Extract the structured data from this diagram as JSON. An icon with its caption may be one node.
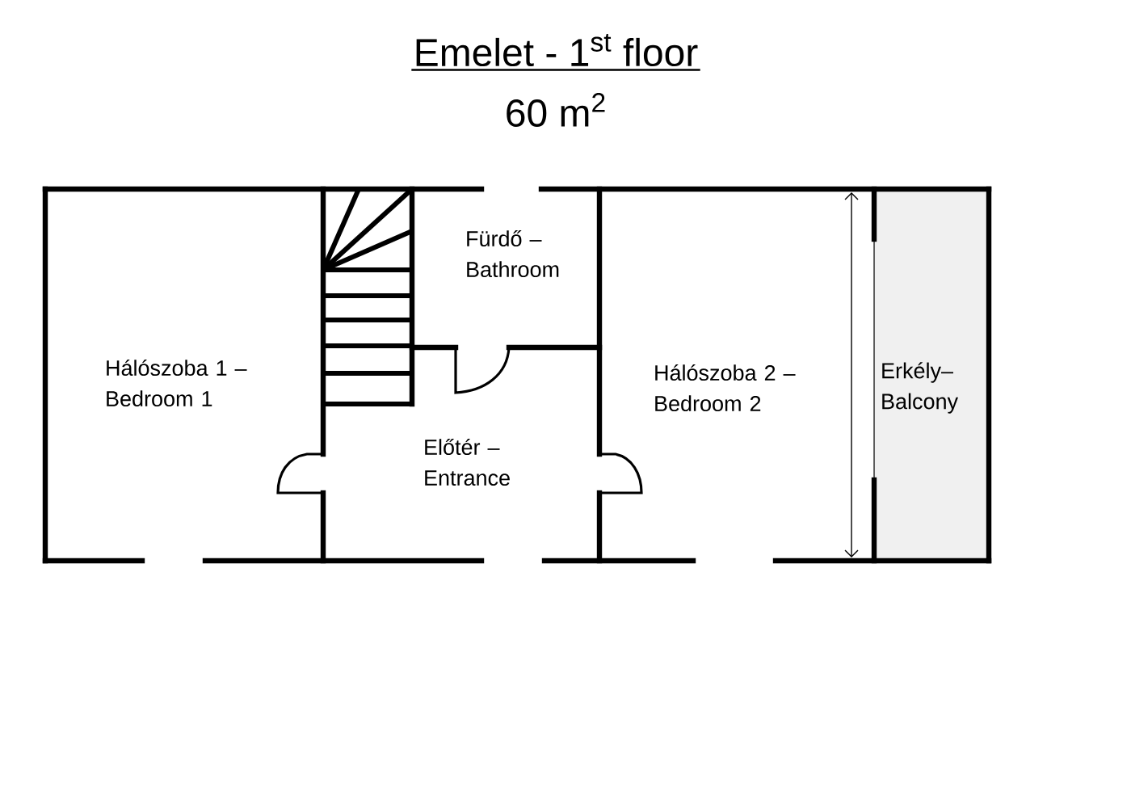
{
  "diagram": {
    "title": "Emelet - 1$^{st}$ floor",
    "nodes": [
      {
        "text": [
          "Hálószoba 1 – Bedroom 1"
        ]
      },
      {
        "text": [
          "Fürdő – Bathroom"
        ]
      },
      {
        "text": [
          "Előtér – Entrance"
        ]
      },
      {
        "text": [
          "Hálószoba 2 – Bedroom 2"
        ]
      },
      {
        "text": [
          "Erkély– Balcony"
        ]
      }
    ],
    "labels": [
      "60 m$^{2}$"
    ]
  }
}
